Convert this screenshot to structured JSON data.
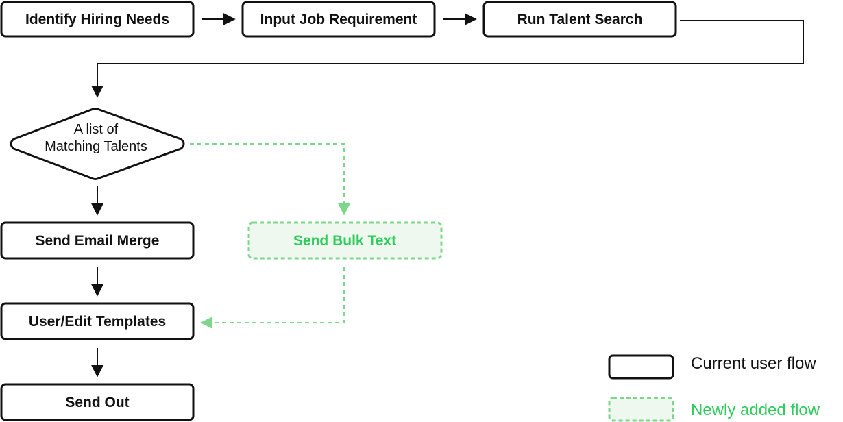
{
  "nodes": {
    "identify_hiring_needs": "Identify Hiring Needs",
    "input_job_requirement": "Input Job Requirement",
    "run_talent_search": "Run Talent Search",
    "decision_line1": "A list of",
    "decision_line2": "Matching Talents",
    "send_email_merge": "Send Email Merge",
    "send_bulk_text": "Send Bulk Text",
    "user_edit_templates": "User/Edit Templates",
    "send_out": "Send Out"
  },
  "legend": {
    "current_label": "Current user flow",
    "new_label": "Newly added flow"
  },
  "colors": {
    "stroke": "#111111",
    "new_flow_text": "#2ecc5a",
    "new_flow_stroke": "#7ed68c",
    "new_flow_fill": "#eef8ef",
    "legend_text": "#111111"
  }
}
